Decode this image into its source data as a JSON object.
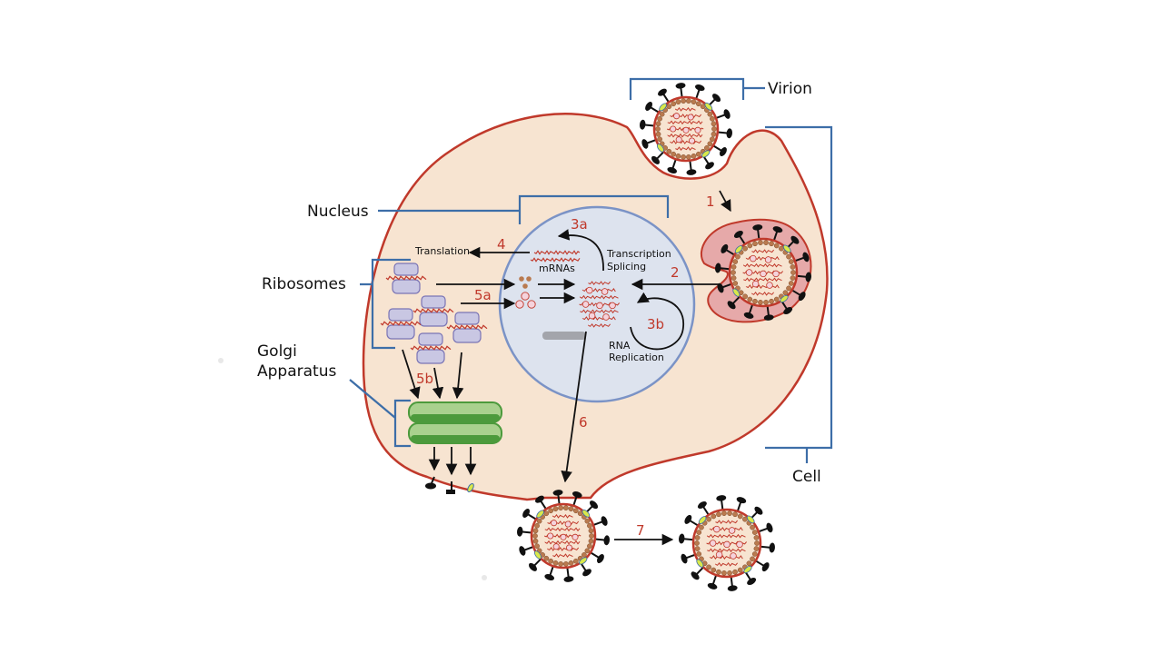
{
  "title": "Coronavirus replication cycle in a host cell",
  "labels": {
    "virion": "Virion",
    "cell": "Cell",
    "nucleus": "Nucleus",
    "ribosomes": "Ribosomes",
    "golgi_line1": "Golgi",
    "golgi_line2": "Apparatus",
    "translation": "Translation",
    "mrnas": "mRNAs",
    "transcription": "Transcription",
    "splicing": "Splicing",
    "rna": "RNA",
    "replication": "Replication"
  },
  "steps": {
    "s1": "1",
    "s2": "2",
    "s3a": "3a",
    "s3b": "3b",
    "s4": "4",
    "s5a": "5a",
    "s5b": "5b",
    "s6": "6",
    "s7": "7"
  },
  "redacted_label": "",
  "colors": {
    "cytoplasm": "#f7e4d1",
    "membrane": "#c0392b",
    "nucleus_fill": "#dde3ee",
    "nucleus_border": "#7b93c6",
    "bracket": "#3d6ea8",
    "step_text": "#c0392b",
    "ribosome": "#c9c7e3",
    "golgi": "#4c9a3c",
    "capsid_bead": "#b97a4f",
    "spike": "#111111",
    "envelope_protein": "#d9e84a"
  }
}
